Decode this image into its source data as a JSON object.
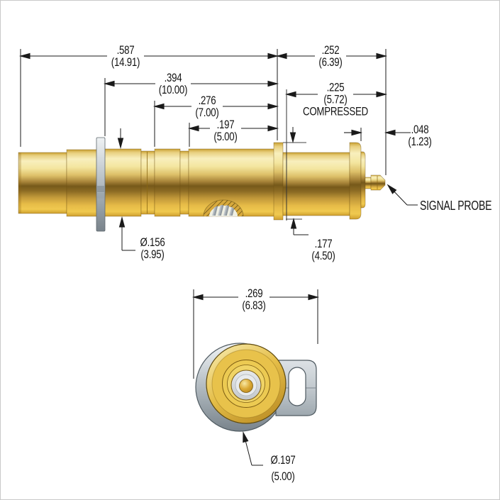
{
  "page": {
    "background": "#ffffff",
    "border_color": "#c9c9c9",
    "line_color": "#1a1a1a"
  },
  "colors": {
    "brass_highlight": "#f8efbd",
    "brass_dark": "#76591a",
    "steel_light": "#eff2f4",
    "steel_dark": "#79838b"
  },
  "side_view": {
    "dimensions": {
      "overall_length": {
        "inch": ".587",
        "mm": "(14.91)"
      },
      "length_to_washer": {
        "inch": ".394",
        "mm": "(10.00)"
      },
      "length_to_groove": {
        "inch": ".276",
        "mm": "(7.00)"
      },
      "length_to_spring": {
        "inch": ".197",
        "mm": "(5.00)"
      },
      "plunger_travel": {
        "inch": ".252",
        "mm": "(6.39)"
      },
      "compressed": {
        "inch": ".225",
        "mm": "(5.72)",
        "note": "COMPRESSED"
      },
      "tip_length": {
        "inch": ".048",
        "mm": "(1.23)"
      },
      "body_diameter": {
        "inch": "Ø.156",
        "mm": "(3.95)"
      },
      "flange_diameter": {
        "inch": ".177",
        "mm": "(4.50)"
      }
    },
    "callout": "SIGNAL PROBE"
  },
  "end_view": {
    "dimensions": {
      "overall_width": {
        "inch": ".269",
        "mm": "(6.83)"
      },
      "flange_diameter": {
        "inch": "Ø.197",
        "mm": "(5.00)"
      }
    }
  }
}
